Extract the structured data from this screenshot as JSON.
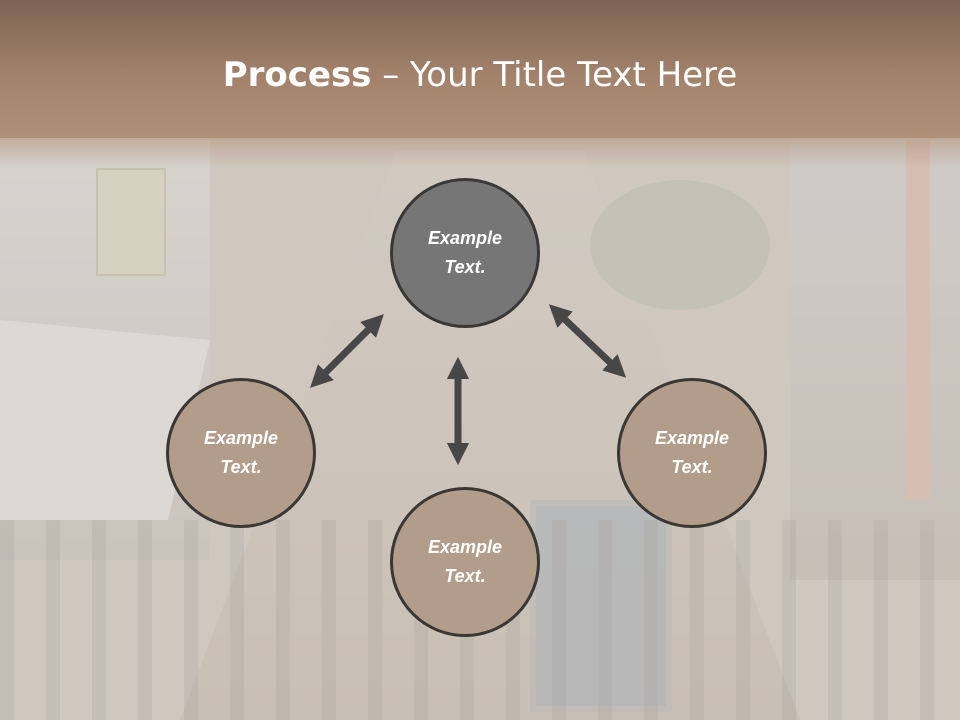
{
  "slide": {
    "title_bold": "Process",
    "title_rest": " – Your Title Text Here"
  },
  "process": {
    "top": [
      "Example",
      "Text."
    ],
    "left": [
      "Example",
      "Text."
    ],
    "right": [
      "Example",
      "Text."
    ],
    "bottom": [
      "Example",
      "Text."
    ]
  },
  "colors": {
    "title_band": "#a2826b",
    "circle_top": "#767676",
    "circle_tan": "#b29d8b",
    "arrow": "#474747"
  }
}
